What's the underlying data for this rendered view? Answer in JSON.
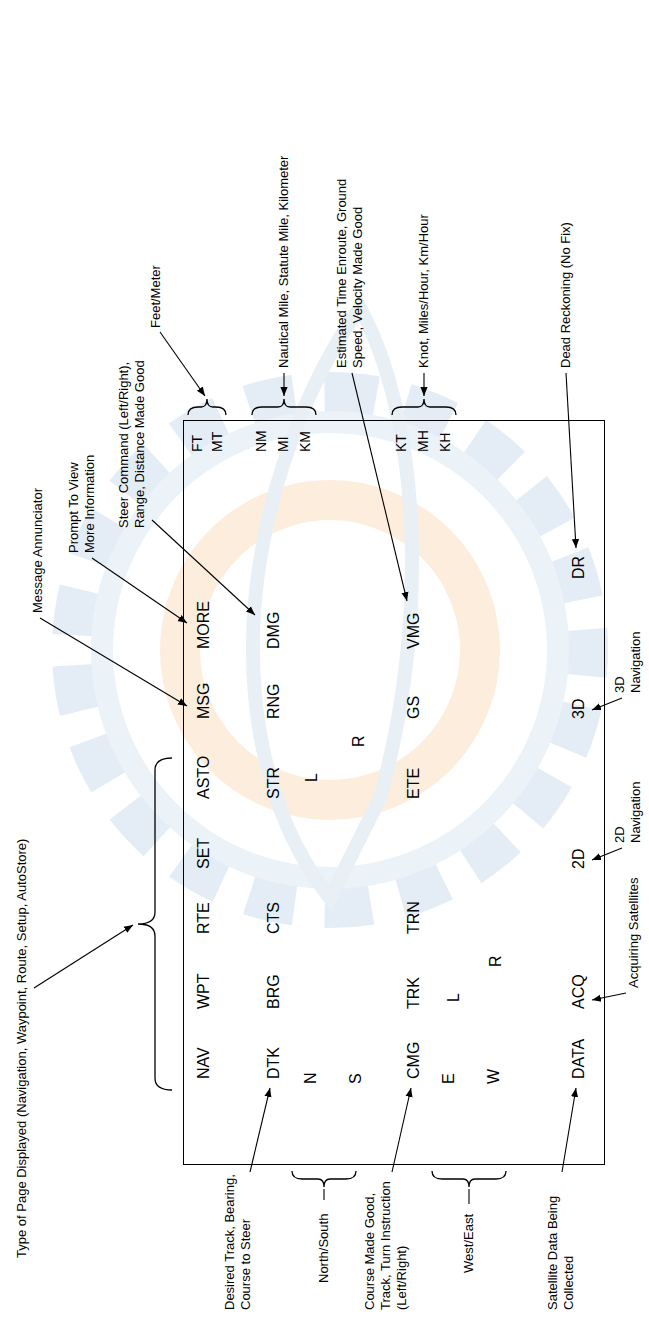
{
  "diagram": {
    "nodes": [
      {
        "text": [
          "NAV",
          "WPT",
          "RTE",
          "SET",
          "ASTO",
          "MSG",
          "MORE",
          "FT",
          "MT",
          "DTK",
          "BRG",
          "CTS",
          "STR",
          "RNG",
          "DMG",
          "NM",
          "MI",
          "KM",
          "N",
          "L",
          "S",
          "R",
          "CMG",
          "TRK",
          "TRN",
          "ETE",
          "GS",
          "VMG",
          "KT",
          "MH",
          "KH",
          "E",
          "L",
          "W",
          "R",
          "DATA",
          "ACQ",
          "2D",
          "3D",
          "DR"
        ]
      }
    ],
    "labels": [
      "Type of Page Displayed (Navigation, Waypoint, Route, Setup, AutoStore)",
      "Message Annunciator",
      "Prompt To View More Information",
      "Feet/Meter",
      "Steer Command (Left/Right), Range, Distance Made Good",
      "Nautical Mile, Statute Mile, Kilometer",
      "Estimated Time Enroute, Ground Speed, Velocity Made Good",
      "Knot, Miles/Hour, Km/Hour",
      "Dead Reckoning (No Fix)",
      "Desired Track, Bearing, Course to Steer",
      "North/South",
      "Course Made Good, Track, Turn Instruction (Left/Right)",
      "West/East",
      "Satellite Data Being Collected",
      "Acquiring Satellites",
      "2D Navigation",
      "3D Navigation"
    ]
  }
}
